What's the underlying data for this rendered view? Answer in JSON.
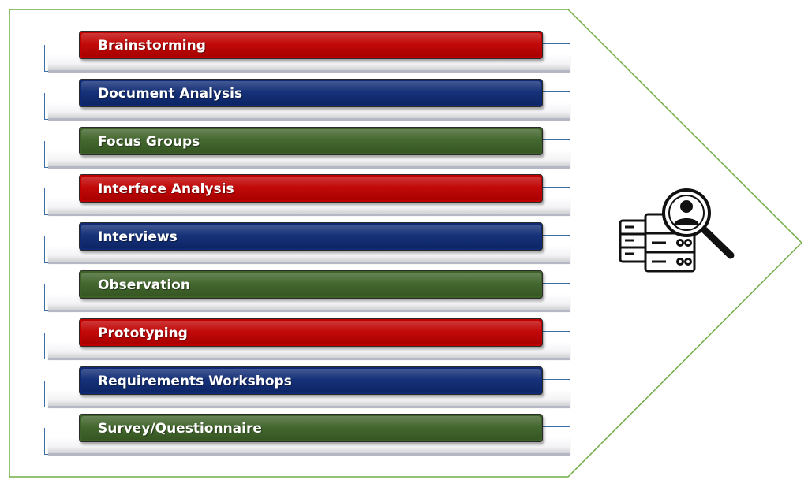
{
  "diagram": {
    "items": [
      {
        "label": "Brainstorming",
        "color": "#c00000"
      },
      {
        "label": "Document Analysis",
        "color": "#0e2a74"
      },
      {
        "label": "Focus Groups",
        "color": "#3d6227"
      },
      {
        "label": "Interface Analysis",
        "color": "#c00000"
      },
      {
        "label": "Interviews",
        "color": "#0e2a74"
      },
      {
        "label": "Observation",
        "color": "#3d6227"
      },
      {
        "label": "Prototyping",
        "color": "#c00000"
      },
      {
        "label": "Requirements Workshops",
        "color": "#0e2a74"
      },
      {
        "label": "Survey/Questionnaire",
        "color": "#3d6227"
      }
    ],
    "outline_color": "#70ad47",
    "icon": "user-search-database-icon"
  }
}
